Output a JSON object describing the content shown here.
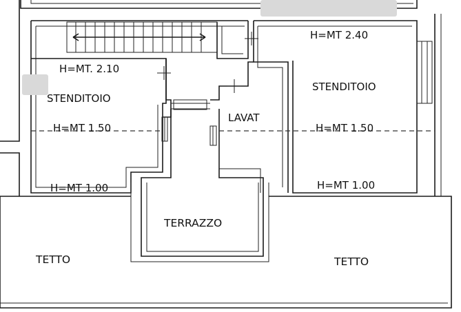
{
  "rooms": {
    "stenditoio_left": {
      "name": "STENDITOIO",
      "h_top": "H=MT. 2.10",
      "h_mid": "H=MT 1.50",
      "h_bottom": "H=MT 1.00"
    },
    "stenditoio_right": {
      "name": "STENDITOIO",
      "h_top": "H=MT  2.40",
      "h_mid": "H=MT 1.50",
      "h_bottom": "H=MT  1.00"
    },
    "lavat": {
      "name": "LAVAT"
    },
    "terrazzo": {
      "name": "TERRAZZO"
    },
    "tetto_left": {
      "name": "TETTO"
    },
    "tetto_right": {
      "name": "TETTO"
    }
  },
  "colors": {
    "line": "#1a1a1a",
    "background": "#ffffff"
  }
}
